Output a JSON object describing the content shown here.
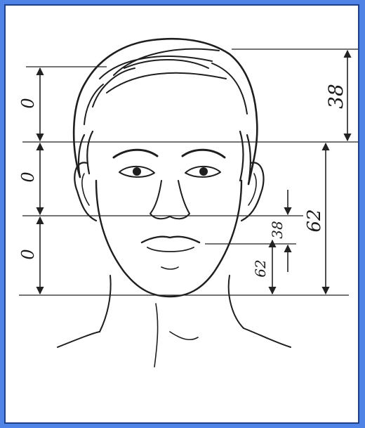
{
  "diagram": {
    "colors": {
      "background": "#4f84e6",
      "frame_border": "#1f3f86",
      "ink": "#1e1e1e"
    },
    "left_labels": [
      "0",
      "0",
      "0"
    ],
    "right_top_label": "38",
    "right_long_label": "62",
    "inner_upper_label": "38",
    "inner_lower_label": "62"
  }
}
